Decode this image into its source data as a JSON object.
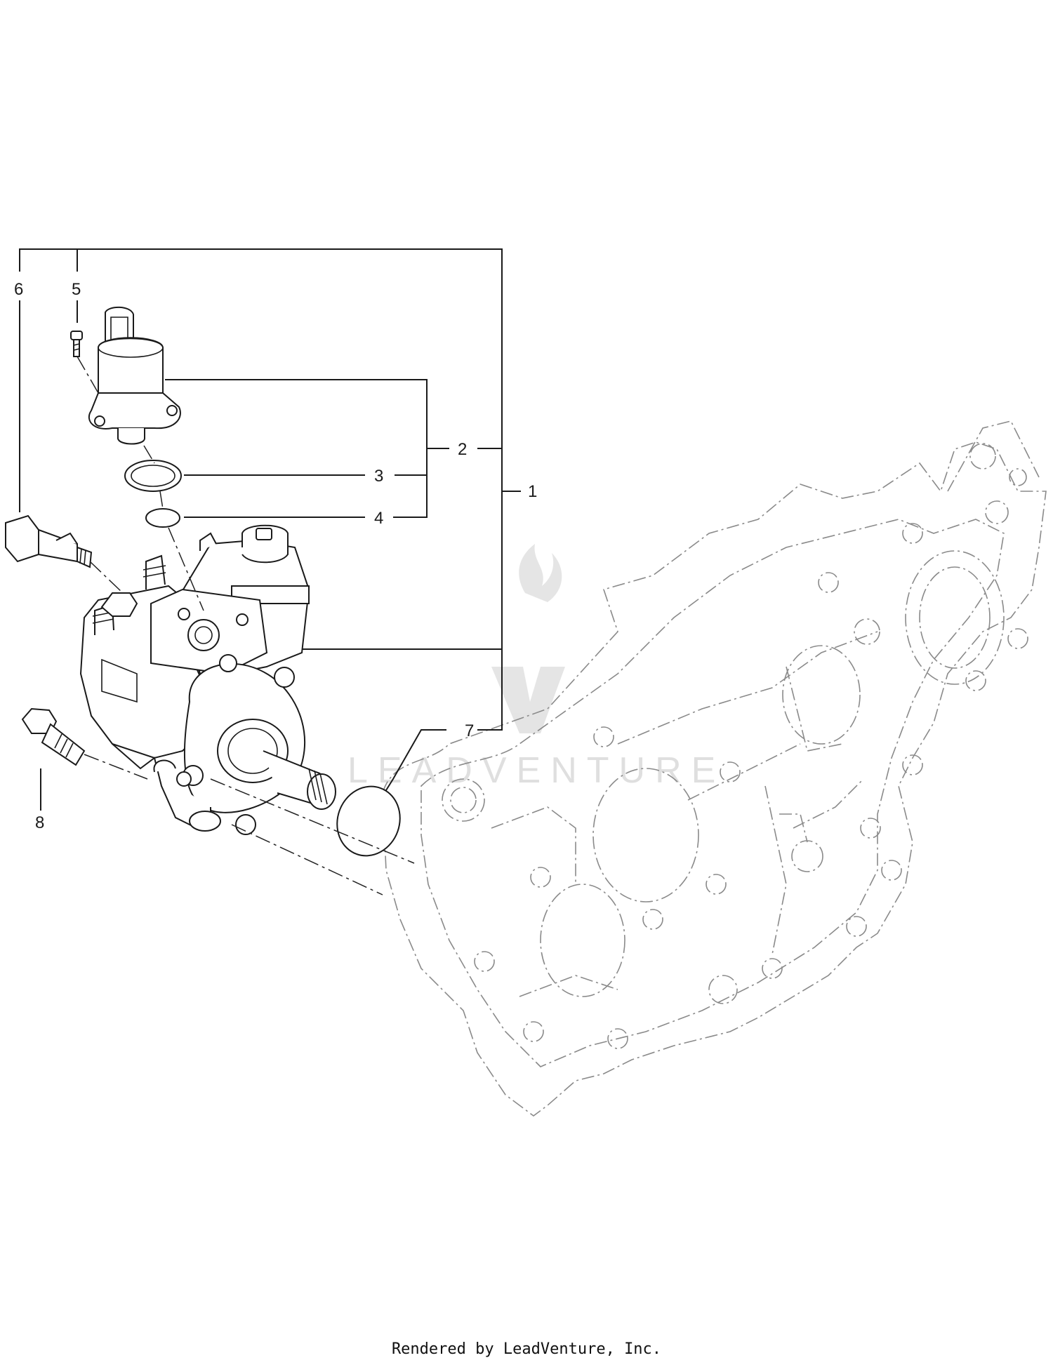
{
  "callouts": [
    {
      "id": "1",
      "label": "1"
    },
    {
      "id": "2",
      "label": "2"
    },
    {
      "id": "3",
      "label": "3"
    },
    {
      "id": "4",
      "label": "4"
    },
    {
      "id": "5",
      "label": "5"
    },
    {
      "id": "6",
      "label": "6"
    },
    {
      "id": "7",
      "label": "7"
    },
    {
      "id": "8",
      "label": "8"
    }
  ],
  "watermark": {
    "text": "LEADVENTURE"
  },
  "footer": {
    "text": "Rendered by LeadVenture, Inc."
  },
  "colors": {
    "line": "#1a1a1a",
    "ghost": "#8a8a8a",
    "watermark": "#dcdcdc"
  },
  "icons": [
    "leadventure-logo-watermark"
  ]
}
